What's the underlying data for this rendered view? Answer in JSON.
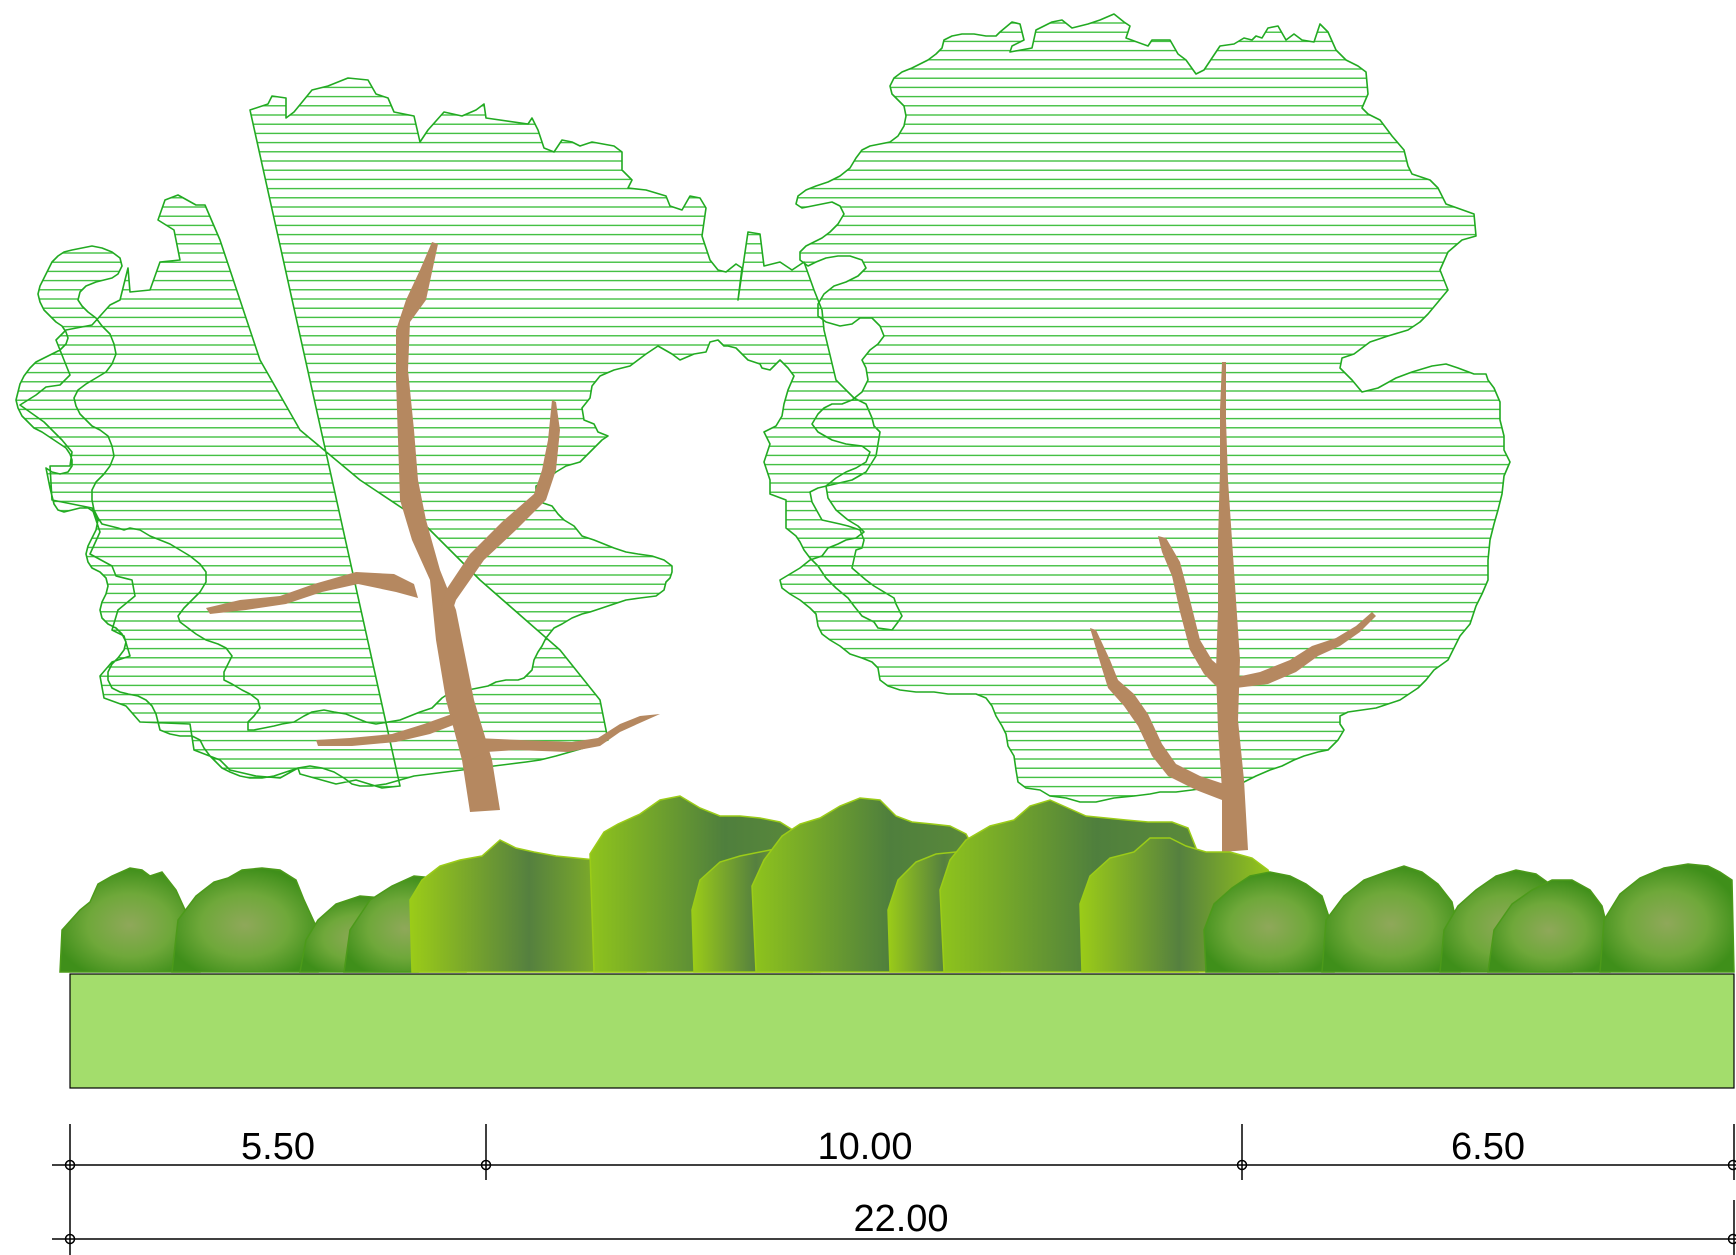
{
  "dimensions": {
    "segments": [
      {
        "label": "5.50",
        "value": 5.5
      },
      {
        "label": "10.00",
        "value": 10.0
      },
      {
        "label": "6.50",
        "value": 6.5
      }
    ],
    "total": {
      "label": "22.00",
      "value": 22.0
    }
  },
  "colors": {
    "canopy_stroke": "#22aa22",
    "canopy_hatch": "#33bb33",
    "trunk": "#b58860",
    "ground": "#a3dd6c",
    "shrub_light": "#8fc41c",
    "shrub_dark": "#5a8a40",
    "dimension_line": "#000000"
  }
}
